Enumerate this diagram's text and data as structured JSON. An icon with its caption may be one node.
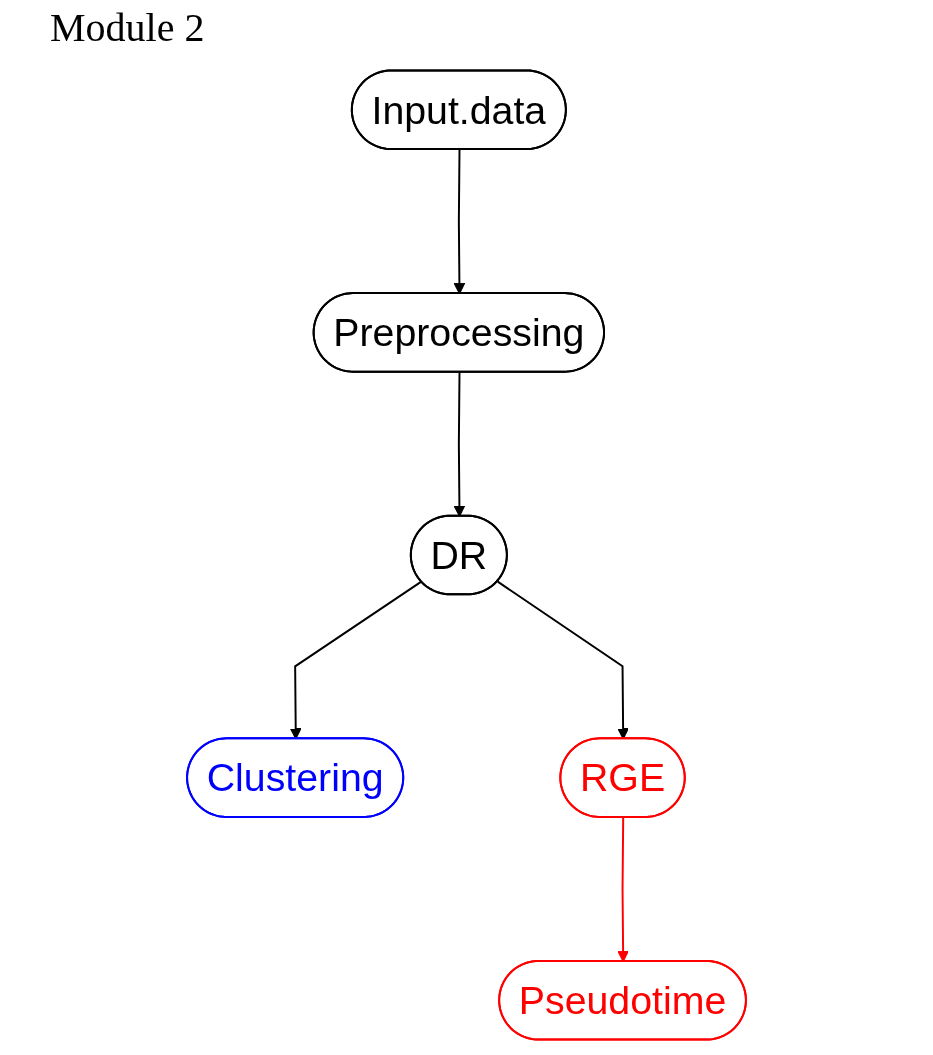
{
  "diagram": {
    "title": "Module 2",
    "nodes": [
      {
        "text": [
          "Input.data"
        ]
      },
      {
        "text": [
          "Preprocessing"
        ]
      },
      {
        "text": [
          "DR"
        ]
      },
      {
        "text": [
          "Clustering"
        ]
      },
      {
        "text": [
          "RGE"
        ]
      },
      {
        "text": [
          "Pseudotime"
        ]
      }
    ],
    "edges": [
      {
        "from": 0,
        "to": 1,
        "arrow": "to"
      },
      {
        "from": 1,
        "to": 2,
        "arrow": "to"
      },
      {
        "from": 2,
        "to": 3,
        "arrow": "to"
      },
      {
        "from": 2,
        "to": 4,
        "arrow": "to"
      },
      {
        "from": 4,
        "to": 5,
        "arrow": "to",
        "color": "#ff0000"
      }
    ]
  }
}
